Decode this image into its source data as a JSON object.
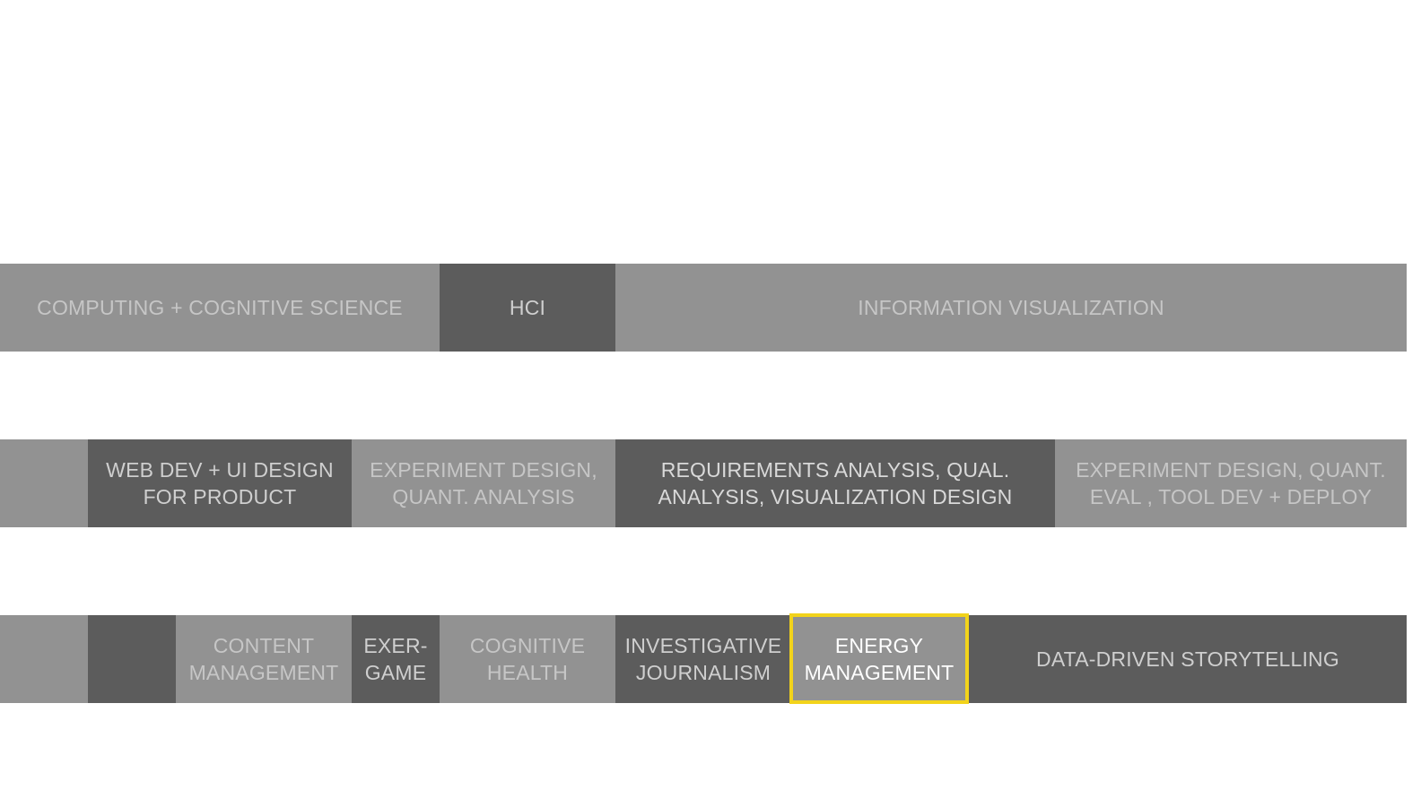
{
  "rows": {
    "fields": {
      "cells": [
        {
          "label": "COMPUTING + COGNITIVE SCIENCE"
        },
        {
          "label": "HCI"
        },
        {
          "label": "INFORMATION VISUALIZATION"
        }
      ]
    },
    "skills": {
      "cells": [
        {
          "label": ""
        },
        {
          "label": "WEB DEV + UI DESIGN\nFOR PRODUCT"
        },
        {
          "label": "EXPERIMENT DESIGN,\nQUANT. ANALYSIS"
        },
        {
          "label": "REQUIREMENTS ANALYSIS, QUAL.\nANALYSIS, VISUALIZATION DESIGN"
        },
        {
          "label": "EXPERIMENT DESIGN,  QUANT.\nEVAL , TOOL DEV + DEPLOY"
        }
      ]
    },
    "domains": {
      "cells": [
        {
          "label": ""
        },
        {
          "label": ""
        },
        {
          "label": "CONTENT\nMANAGEMENT"
        },
        {
          "label": "EXER-\nGAME"
        },
        {
          "label": "COGNITIVE\nHEALTH"
        },
        {
          "label": "INVESTIGATIVE\nJOURNALISM"
        },
        {
          "label": "ENERGY\nMANAGEMENT"
        },
        {
          "label": "DATA-DRIVEN STORYTELLING"
        }
      ]
    }
  },
  "colors": {
    "light_block": "#929292",
    "dark_block": "#5c5c5c",
    "highlight_border": "#f2d31b",
    "background": "#ffffff"
  }
}
